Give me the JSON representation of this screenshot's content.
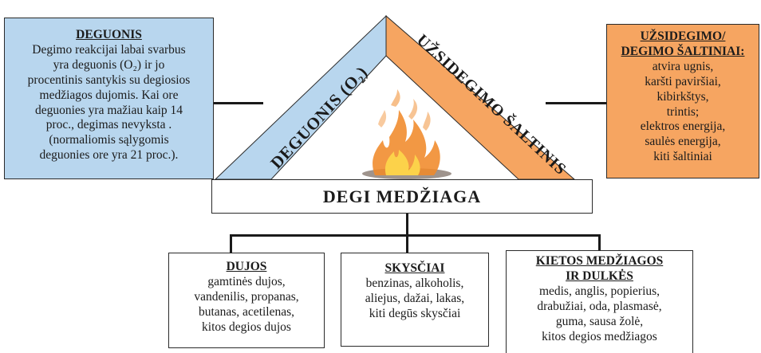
{
  "oxygen": {
    "heading": "DEGUONIS",
    "lines": [
      "Degimo reakcijai labai svarbus",
      "yra deguonis (O₂) ir jo",
      "procentinis santykis su degiosios",
      "medžiagos dujomis. Kai ore",
      "deguonies yra mažiau kaip 14",
      "proc., degimas nevyksta .",
      "(normaliomis sąlygomis",
      "deguonies ore yra 21 proc.)."
    ]
  },
  "triangle": {
    "left_side_label": "DEGUONIS (O₂)",
    "right_side_label": "UŽSIDEGIMO ŠALTINIS",
    "base_label": "DEGI MEDŽIAGA"
  },
  "sources": {
    "heading_line1": "UŽSIDEGIMO/",
    "heading_line2": "DEGIMO ŠALTINIAI:",
    "lines": [
      "atvira ugnis,",
      "karšti paviršiai,",
      "kibirkštys,",
      "trintis;",
      "elektros energija,",
      "saulės energija,",
      "kiti šaltiniai"
    ]
  },
  "gases": {
    "heading": "DUJOS",
    "lines": [
      "gamtinės dujos,",
      "vandenilis, propanas,",
      "butanas, acetilenas,",
      "kitos degios dujos"
    ]
  },
  "liquids": {
    "heading": "SKYSČIAI",
    "lines": [
      "benzinas, alkoholis,",
      "aliejus, dažai, lakas,",
      "kiti degūs skysčiai"
    ]
  },
  "solids": {
    "heading_line1": "KIETOS MEDŽIAGOS",
    "heading_line2": "IR DULKĖS",
    "lines": [
      "medis, anglis, popierius,",
      "drabužiai, oda, plasmasė,",
      "guma, sausa žolė,",
      "kitos degios medžiagos"
    ]
  },
  "colors": {
    "oxygen_fill": "#b8d6ee",
    "source_fill": "#f6a561",
    "flame_outer": "#f08a2a",
    "flame_inner": "#fcd24a"
  },
  "icons": {
    "center": "fire-icon"
  }
}
